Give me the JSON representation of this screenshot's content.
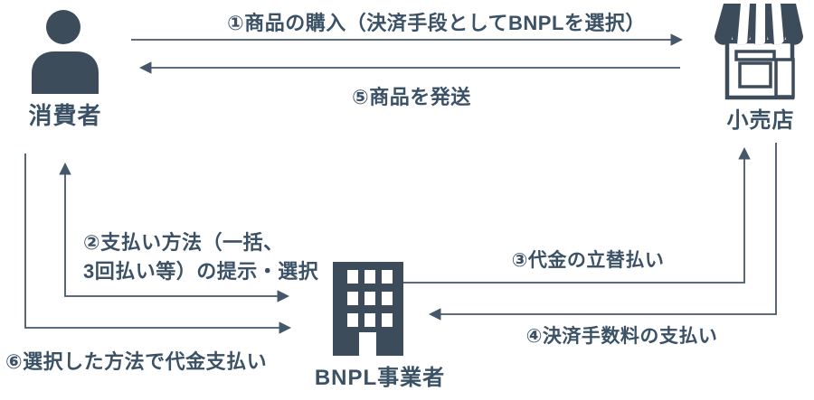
{
  "diagram": {
    "entities": {
      "consumer": {
        "label": "消費者",
        "icon": "person-icon"
      },
      "retailer": {
        "label": "小売店",
        "icon": "store-icon"
      },
      "bnpl_provider": {
        "label": "BNPL事業者",
        "icon": "building-icon"
      }
    },
    "flows": [
      {
        "id": "1",
        "label": "①商品の購入（決済手段としてBNPLを選択）",
        "from": "消費者",
        "to": "小売店",
        "direction": "one-way"
      },
      {
        "id": "2",
        "label": "②支払い方法（一括、3回払い等）の提示・選択",
        "label_line1": "②支払い方法（一括、",
        "label_line2": "3回払い等）の提示・選択",
        "from": "BNPL事業者",
        "to": "消費者",
        "direction": "two-way"
      },
      {
        "id": "3",
        "label": "③代金の立替払い",
        "from": "BNPL事業者",
        "to": "小売店",
        "direction": "one-way"
      },
      {
        "id": "4",
        "label": "④決済手数料の支払い",
        "from": "小売店",
        "to": "BNPL事業者",
        "direction": "one-way"
      },
      {
        "id": "5",
        "label": "⑤商品を発送",
        "from": "小売店",
        "to": "消費者",
        "direction": "one-way"
      },
      {
        "id": "6",
        "label": "⑥選択した方法で代金支払い",
        "from": "消費者",
        "to": "BNPL事業者",
        "direction": "one-way"
      }
    ],
    "colors": {
      "icon": "#3d4c5a",
      "text": "#3b5166",
      "arrow": "#45576a",
      "background": "#ffffff"
    }
  }
}
